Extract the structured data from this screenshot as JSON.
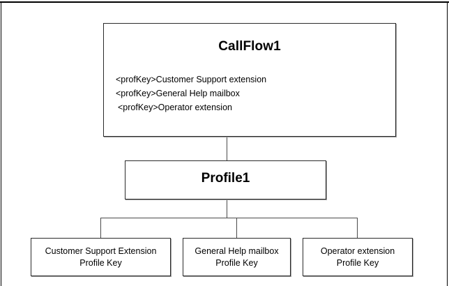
{
  "diagram": {
    "type": "hierarchy-tree",
    "background_color": "#ffffff",
    "line_color": "#4a4a4a",
    "box_border_color": "#2a2a2a",
    "text_color": "#000000",
    "root": {
      "title": "CallFlow1",
      "profile_keys": [
        "<profKey>Customer Support extension",
        "<profKey>General Help mailbox",
        "<profKey>Operator extension"
      ]
    },
    "middle": {
      "title": "Profile1"
    },
    "leaves": [
      {
        "line1": "Customer Support Extension",
        "line2": "Profile Key"
      },
      {
        "line1": "General Help mailbox",
        "line2": "Profile Key"
      },
      {
        "line1": "Operator extension",
        "line2": "Profile Key"
      }
    ]
  }
}
